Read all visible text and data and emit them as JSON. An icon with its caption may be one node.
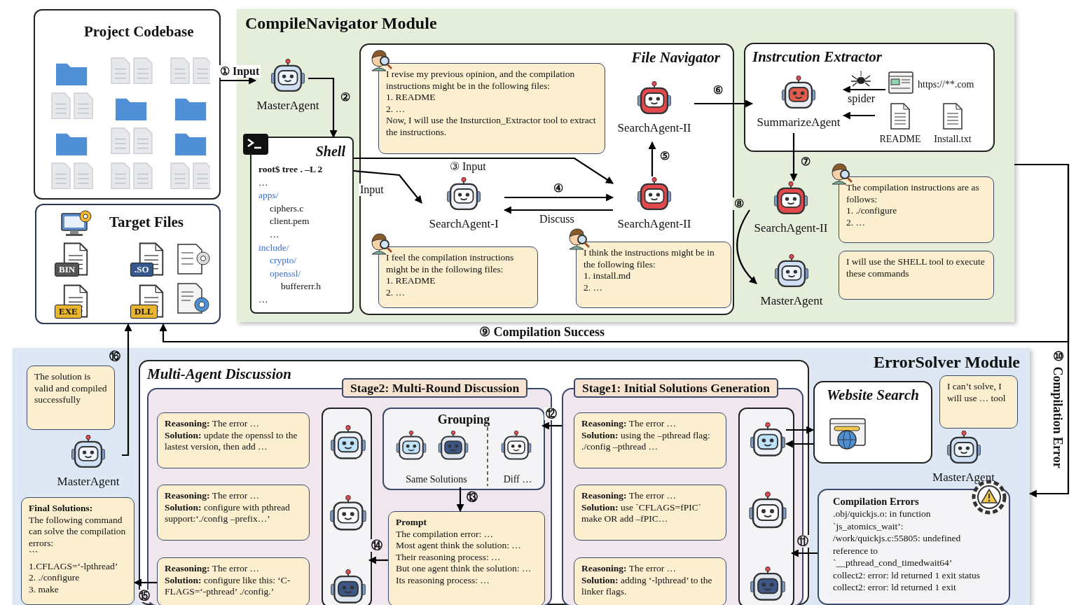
{
  "diagram": {
    "nodes": [
      {
        "text": [
          "Project Codebase"
        ]
      },
      {
        "text": [
          "Target Files",
          "BIN",
          ".SO",
          "EXE",
          "DLL"
        ]
      },
      {
        "text": [
          "CompileNavigator Module"
        ]
      },
      {
        "text": [
          "MasterAgent"
        ],
        "in": 2
      },
      {
        "text": [
          "Shell",
          "root$ tree . –L 2",
          "…",
          "apps/",
          "ciphers.c",
          "client.pem",
          "…",
          "include/",
          "crypto/",
          "openssl/",
          "buffererr.h",
          "…"
        ],
        "in": 2
      },
      {
        "text": [
          "File Navigator"
        ],
        "in": 2
      },
      {
        "text": [
          "I revise my previous opinion, and the compilation instructions might be in the following files:",
          "1. README",
          "2. …",
          "Now, I will use the Insturction_Extractor tool to extract the instructions."
        ],
        "in": 5
      },
      {
        "text": [
          "SearchAgent-II"
        ],
        "in": 5
      },
      {
        "text": [
          "SearchAgent-I"
        ],
        "in": 5
      },
      {
        "text": [
          "SearchAgent-II"
        ],
        "in": 5
      },
      {
        "text": [
          "I feel the compilation instructions might be in the following files:",
          "1. README",
          "2. …"
        ],
        "in": 5
      },
      {
        "text": [
          "I think the instructions might be in the following files:",
          "1. install.md",
          "2. …"
        ],
        "in": 5
      },
      {
        "text": [
          "Instrcution Extractor"
        ],
        "in": 2
      },
      {
        "text": [
          "SummarizeAgent"
        ],
        "in": 12
      },
      {
        "text": [
          "https://**.com"
        ],
        "in": 12
      },
      {
        "text": [
          "README"
        ],
        "in": 12
      },
      {
        "text": [
          "Install.txt"
        ],
        "in": 12
      },
      {
        "text": [
          "SearchAgent-II"
        ],
        "in": 2
      },
      {
        "text": [
          "The compilation instructions are as follows:",
          "1. ./configure",
          "2. …"
        ],
        "in": 2
      },
      {
        "text": [
          "MasterAgent"
        ],
        "in": 2
      },
      {
        "text": [
          "I will use the SHELL tool to execute these commands"
        ],
        "in": 2
      },
      {
        "text": [
          "ErrorSolver Module"
        ]
      },
      {
        "text": [
          "The solution is valid and compiled successfully"
        ],
        "in": 21
      },
      {
        "text": [
          "MasterAgent"
        ],
        "in": 21
      },
      {
        "text": [
          "Final Solutions:",
          "The following command can solve the compilation errors:",
          "```",
          "1.CFLAGS=‘-lpthread’",
          "2. ./configure",
          "3. make"
        ],
        "in": 21
      },
      {
        "text": [
          "Multi-Agent Discussion"
        ],
        "in": 21
      },
      {
        "text": [
          "Stage2: Multi-Round Discussion"
        ],
        "in": 25
      },
      {
        "text": [
          "**Reasoning:** The error …",
          "**Solution:** update the openssl to the lastest version, then add …"
        ],
        "in": 26
      },
      {
        "text": [
          "**Reasoning:** The error …",
          "**Solution:** configure with pthread support:‘./config –prefix…’"
        ],
        "in": 26
      },
      {
        "text": [
          "**Reasoning:** The error …",
          "**Solution:** configure like this: ‘C-FLAGS=‘-pthread’ ./config.’"
        ],
        "in": 26
      },
      {
        "text": [],
        "shape": "box",
        "in": 26
      },
      {
        "text": [],
        "shape": "picture",
        "in": 30
      },
      {
        "text": [],
        "shape": "picture",
        "in": 30
      },
      {
        "text": [],
        "shape": "picture",
        "in": 30
      },
      {
        "text": [
          "Grouping",
          "Same Solutions",
          "Diff …"
        ],
        "in": 26
      },
      {
        "text": [
          "Prompt",
          "The compilation error: …",
          "Most agent think the solution: …",
          "Their reasoning process: …",
          "But one agent think the solution: …",
          "Its reasoning process: …"
        ],
        "in": 26
      },
      {
        "text": [
          "Stage1: Initial Solutions Generation"
        ],
        "in": 25
      },
      {
        "text": [
          "**Reasoning:** The error …",
          "**Solution:** using the –pthread flag: ./config –pthread …"
        ],
        "in": 36
      },
      {
        "text": [
          "**Reasoning:** The error …",
          "**Solution:** use `CFLAGS=fPIC` make OR add –fPIC…"
        ],
        "in": 36
      },
      {
        "text": [
          "**Reasoning:** The error …",
          "**Solution:** adding ‘-lpthread’ to the linker flags."
        ],
        "in": 36
      },
      {
        "text": [],
        "shape": "box",
        "in": 36
      },
      {
        "text": [],
        "shape": "picture",
        "in": 40
      },
      {
        "text": [],
        "shape": "picture",
        "in": 40
      },
      {
        "text": [],
        "shape": "picture",
        "in": 40
      },
      {
        "text": [
          "Website Search"
        ],
        "in": 21
      },
      {
        "text": [
          "I can’t solve, I will use … tool"
        ],
        "in": 21
      },
      {
        "text": [
          "MasterAgent"
        ],
        "in": 21
      },
      {
        "text": [
          "Compilation Errors",
          ".obj/quickjs.o: in function `js_atomics_wait’:",
          "/work/quickjs.c:55805: undefined reference to `__pthread_cond_timedwait64’",
          "collect2: error: ld returned 1 exit status",
          "collect2: error: ld returned 1 exit"
        ],
        "in": 21
      }
    ],
    "edges": [
      {
        "from": 0,
        "to": 3,
        "arrow": "to",
        "label": "① Input"
      },
      {
        "from": 3,
        "to": 4,
        "arrow": "to",
        "label": "②"
      },
      {
        "from": 4,
        "to": 9,
        "arrow": "to",
        "label": "③ Input"
      },
      {
        "from": 4,
        "to": 8,
        "arrow": "to",
        "label": "Input"
      },
      {
        "from": 8,
        "to": 9,
        "arrow": "to",
        "label": "④"
      },
      {
        "from": 9,
        "to": 8,
        "arrow": "to",
        "label": "Discuss"
      },
      {
        "from": 9,
        "to": 7,
        "arrow": "to",
        "label": "⑤"
      },
      {
        "from": 7,
        "to": 13,
        "arrow": "to",
        "label": "⑥"
      },
      {
        "from": 14,
        "to": 13,
        "arrow": "to",
        "label": "spider"
      },
      {
        "from": 15,
        "to": 13,
        "arrow": "to"
      },
      {
        "from": 13,
        "to": 17,
        "arrow": "to",
        "label": "⑦"
      },
      {
        "from": 17,
        "to": 19,
        "arrow": "to",
        "label": "⑧"
      },
      {
        "from": 2,
        "to": 1,
        "arrow": "to",
        "label": "⑨ Compilation Success"
      },
      {
        "from": 2,
        "to": 21,
        "arrow": "to",
        "label": "⑩ Compilation Error"
      },
      {
        "from": 47,
        "to": 40,
        "arrow": "to",
        "label": "⑪"
      },
      {
        "from": 41,
        "to": 44,
        "arrow": "to"
      },
      {
        "from": 44,
        "to": 41,
        "arrow": "to"
      },
      {
        "from": 36,
        "to": 34,
        "arrow": "to",
        "label": "⑫"
      },
      {
        "from": 34,
        "to": 35,
        "arrow": "to",
        "label": "⑬"
      },
      {
        "from": 35,
        "to": 30,
        "arrow": "to",
        "label": "⑭"
      },
      {
        "from": 29,
        "to": 24,
        "arrow": "to",
        "label": "⑮"
      },
      {
        "from": 23,
        "to": 1,
        "arrow": "to",
        "label": "⑯"
      }
    ]
  }
}
